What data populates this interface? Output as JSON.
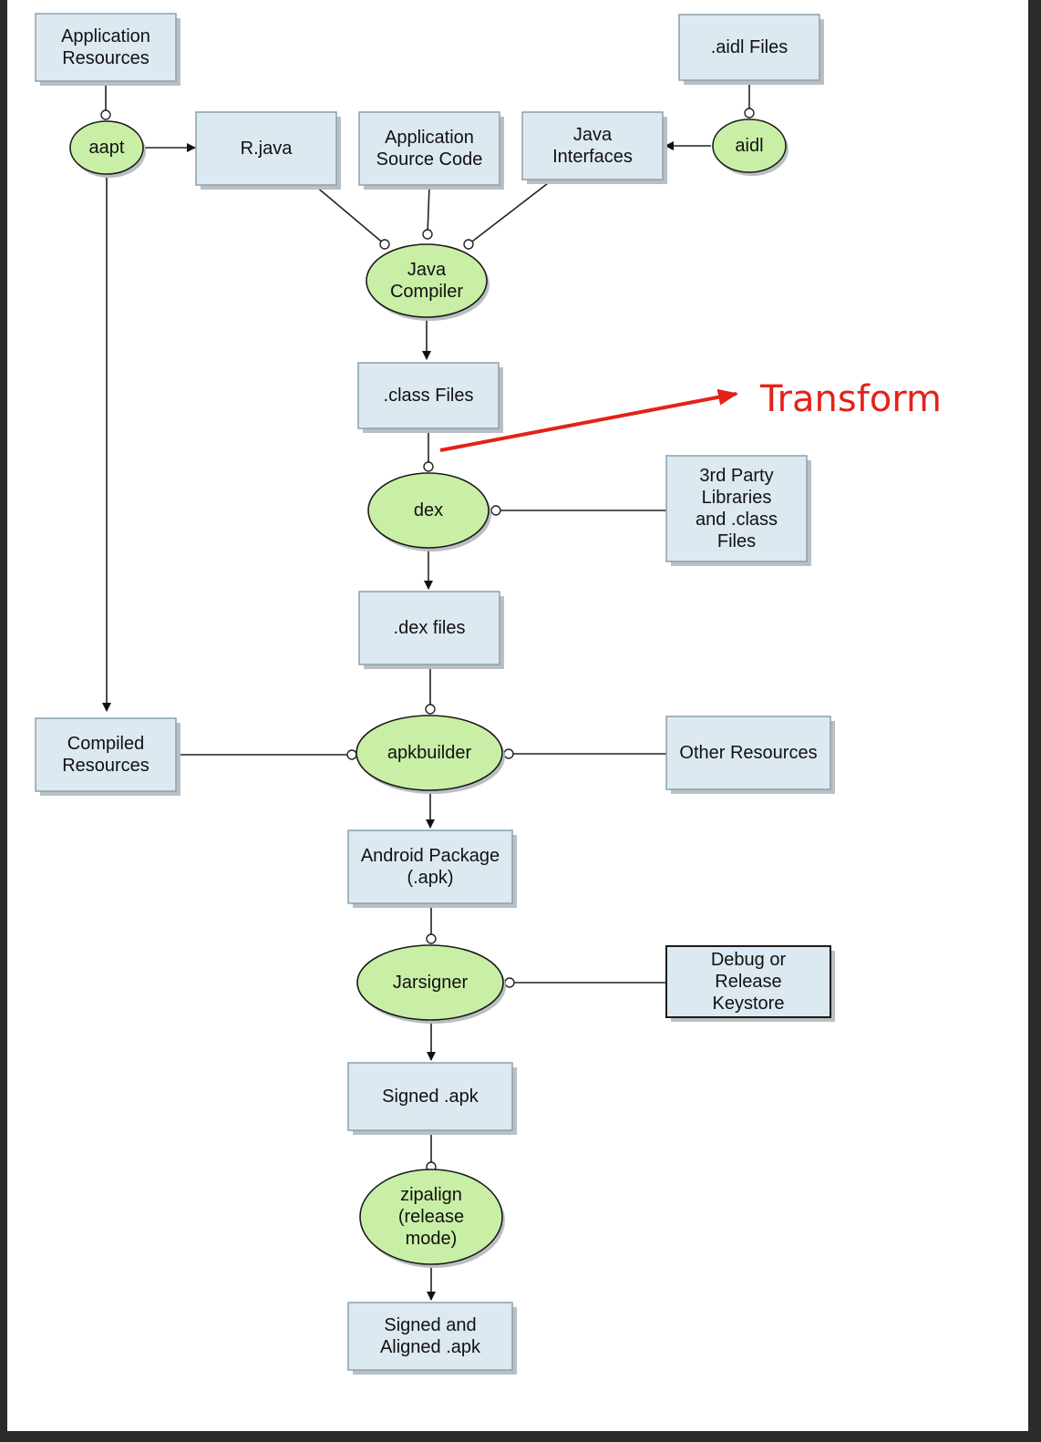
{
  "nodes": {
    "app_resources": [
      "Application",
      "Resources"
    ],
    "aidl_files": [
      ".aidl Files"
    ],
    "aapt": [
      "aapt"
    ],
    "r_java": [
      "R.java"
    ],
    "app_source": [
      "Application",
      "Source Code"
    ],
    "java_interfaces": [
      "Java",
      "Interfaces"
    ],
    "aidl": [
      "aidl"
    ],
    "java_compiler": [
      "Java",
      "Compiler"
    ],
    "class_files": [
      ".class Files"
    ],
    "dex": [
      "dex"
    ],
    "third_party": [
      "3rd Party",
      "Libraries",
      "and .class",
      "Files"
    ],
    "dex_files": [
      ".dex files"
    ],
    "compiled_resources": [
      "Compiled",
      "Resources"
    ],
    "apkbuilder": [
      "apkbuilder"
    ],
    "other_resources": [
      "Other Resources"
    ],
    "android_package": [
      "Android Package",
      "(.apk)"
    ],
    "jarsigner": [
      "Jarsigner"
    ],
    "keystore": [
      "Debug or",
      "Release",
      "Keystore"
    ],
    "signed_apk": [
      "Signed .apk"
    ],
    "zipalign": [
      "zipalign",
      "(release",
      "mode)"
    ],
    "signed_aligned": [
      "Signed and",
      "Aligned .apk"
    ]
  },
  "annotation": {
    "label": "Transform",
    "color": "#e32219"
  },
  "colors": {
    "box_fill": "#dde9f1",
    "process_fill": "#c9efa6"
  }
}
